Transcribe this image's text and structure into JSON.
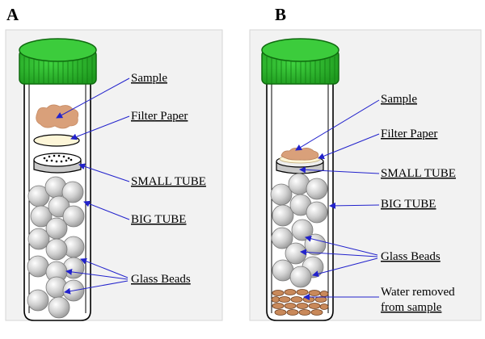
{
  "panels": {
    "a": {
      "letter": "A",
      "labels": {
        "sample": "Sample",
        "filter_paper": "Filter Paper",
        "small_tube": "SMALL TUBE",
        "big_tube": "BIG TUBE",
        "glass_beads": "Glass Beads"
      }
    },
    "b": {
      "letter": "B",
      "labels": {
        "sample": "Sample",
        "filter_paper": "Filter Paper",
        "small_tube": "SMALL TUBE",
        "big_tube": "BIG TUBE",
        "glass_beads": "Glass Beads",
        "water_line1": "Water removed",
        "water_line2": "from sample"
      }
    }
  },
  "colors": {
    "cap_green": "#2db52d",
    "panel_bg": "#f2f2f2",
    "arrow_blue": "#2222cc",
    "sample_tan": "#d9a07a",
    "bead_gray": "#c8c8c8",
    "water_brown": "#c9895a"
  }
}
